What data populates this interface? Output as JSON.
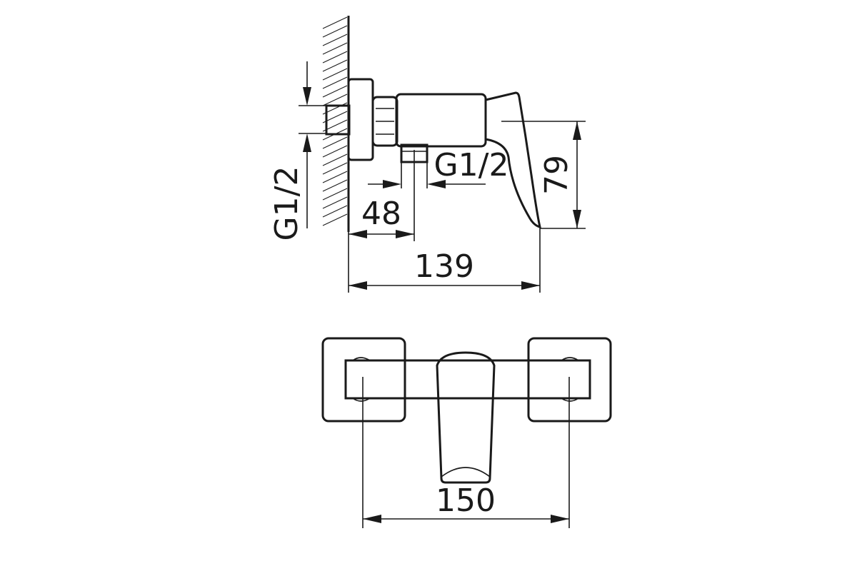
{
  "drawing": {
    "side_view": {
      "inlet_thread": "G1/2",
      "outlet_thread": "G1/2",
      "outlet_offset": "48",
      "depth": "139",
      "height": "79"
    },
    "front_view": {
      "center_distance": "150"
    }
  }
}
